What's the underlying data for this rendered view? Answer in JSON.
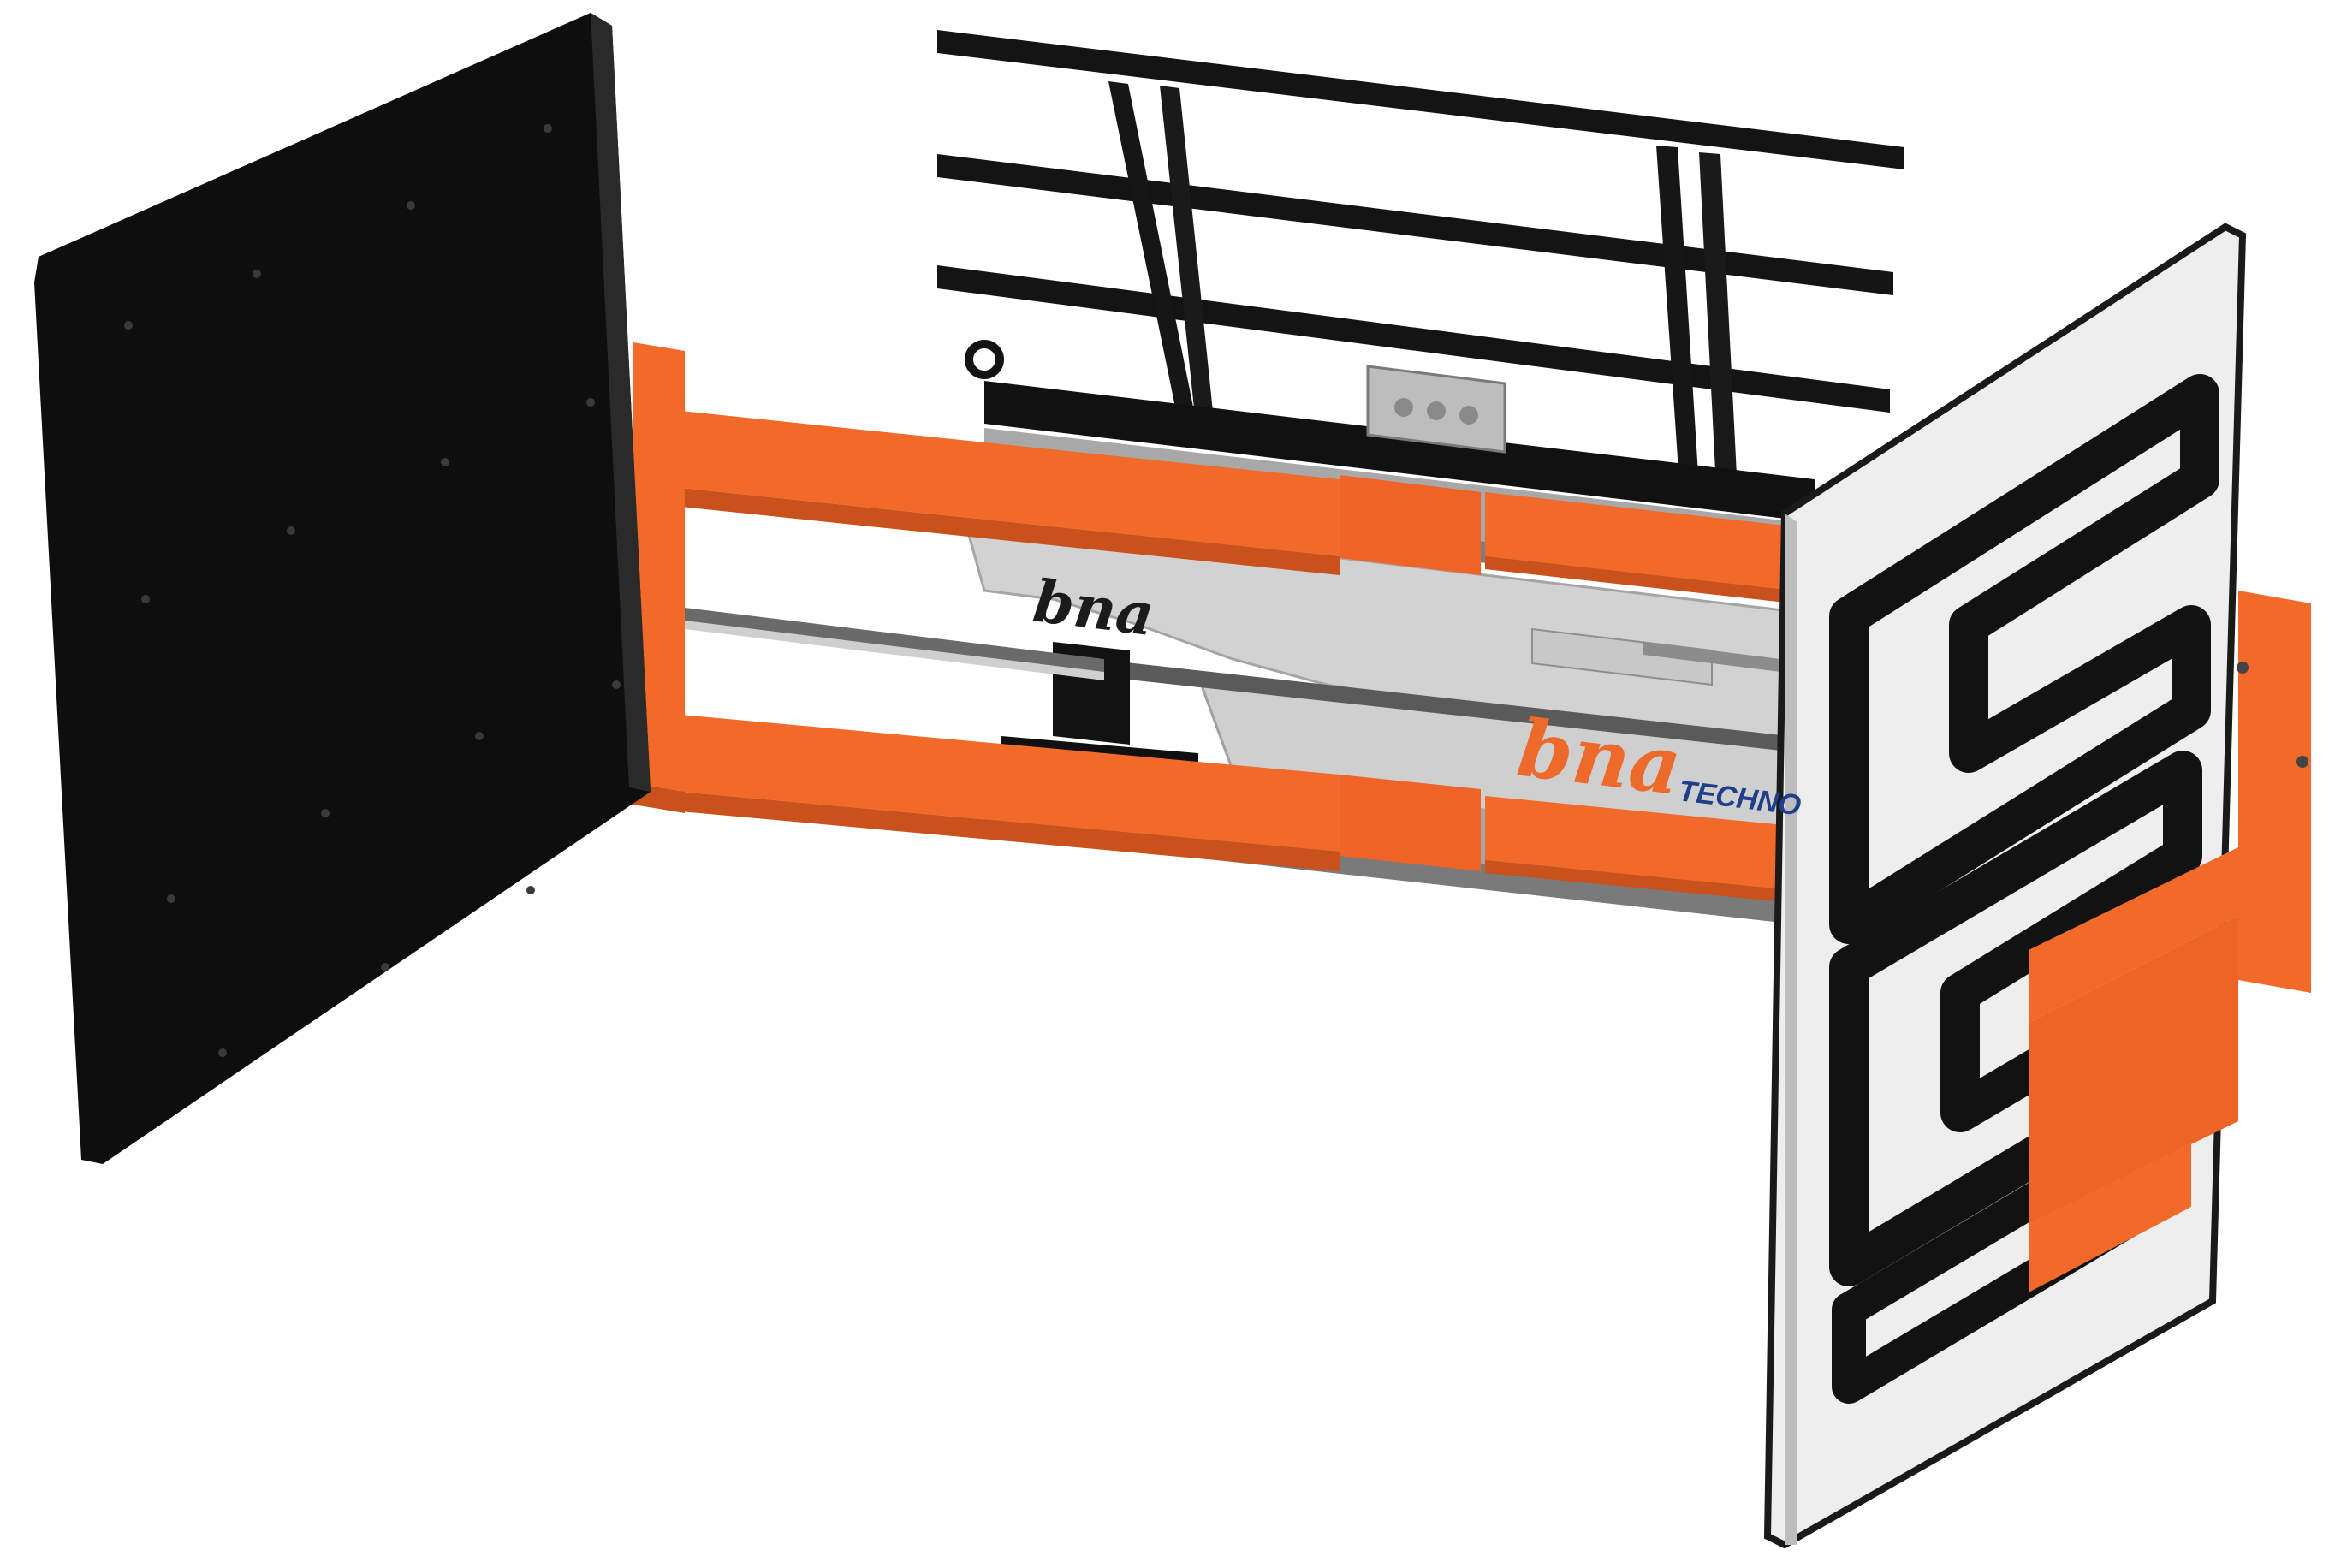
{
  "product": {
    "logo_small": "bna",
    "logo_large": "bna",
    "logo_sub": "TECHNO"
  },
  "colors": {
    "background": "#ffffff",
    "arm_orange": "#f26a2a",
    "arm_orange_dark": "#c9511b",
    "pad_black": "#0e0e0e",
    "frame_black": "#141414",
    "housing_grey": "#c9c9c9",
    "rail_grey": "#9c9c9c",
    "logo_orange": "#ee6a2a",
    "logo_blue": "#1f3f8a",
    "logo_dark": "#1b1b1b"
  },
  "icons": {
    "left_pad": "clamp-pad-left",
    "right_pad": "clamp-pad-right",
    "load_guard": "load-backrest-frame",
    "valve": "hydraulic-valve-block"
  }
}
